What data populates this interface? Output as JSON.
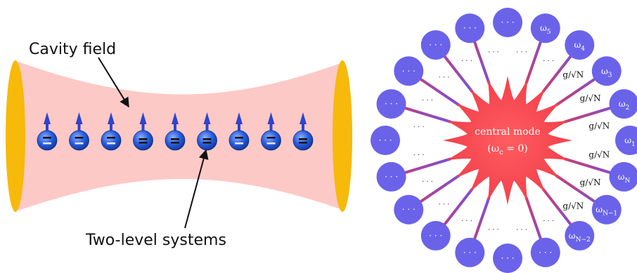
{
  "left_panel": {
    "cavity_label": "Cavity field",
    "tls_label": "Two-level systems",
    "atom_count": 9,
    "colors": {
      "cavity_fill": "#fdc9c6",
      "mirror": "#f7b90a",
      "atom": "#1f55d6",
      "arrow": "#2f45c9"
    }
  },
  "right_panel": {
    "central_mode_line1": "central mode",
    "central_mode_line2": "(ω",
    "central_mode_sub": "c",
    "central_mode_rest": " = 0)",
    "ellipsis": "· · ·",
    "coupling_label": "g/√N",
    "node_labels": [
      "ω1",
      "ω2",
      "ω3",
      "ω4",
      "ω5",
      "ωN",
      "ωN−1",
      "ωN−2"
    ],
    "node_subscripts": [
      "1",
      "2",
      "3",
      "4",
      "5",
      "N",
      "N−1",
      "N−2"
    ],
    "node_count": 20,
    "colors": {
      "central": "#f8464f",
      "node": "#6a63ea",
      "spoke_inner": "#c33f78",
      "spoke_outer": "#7a4fd8"
    }
  }
}
